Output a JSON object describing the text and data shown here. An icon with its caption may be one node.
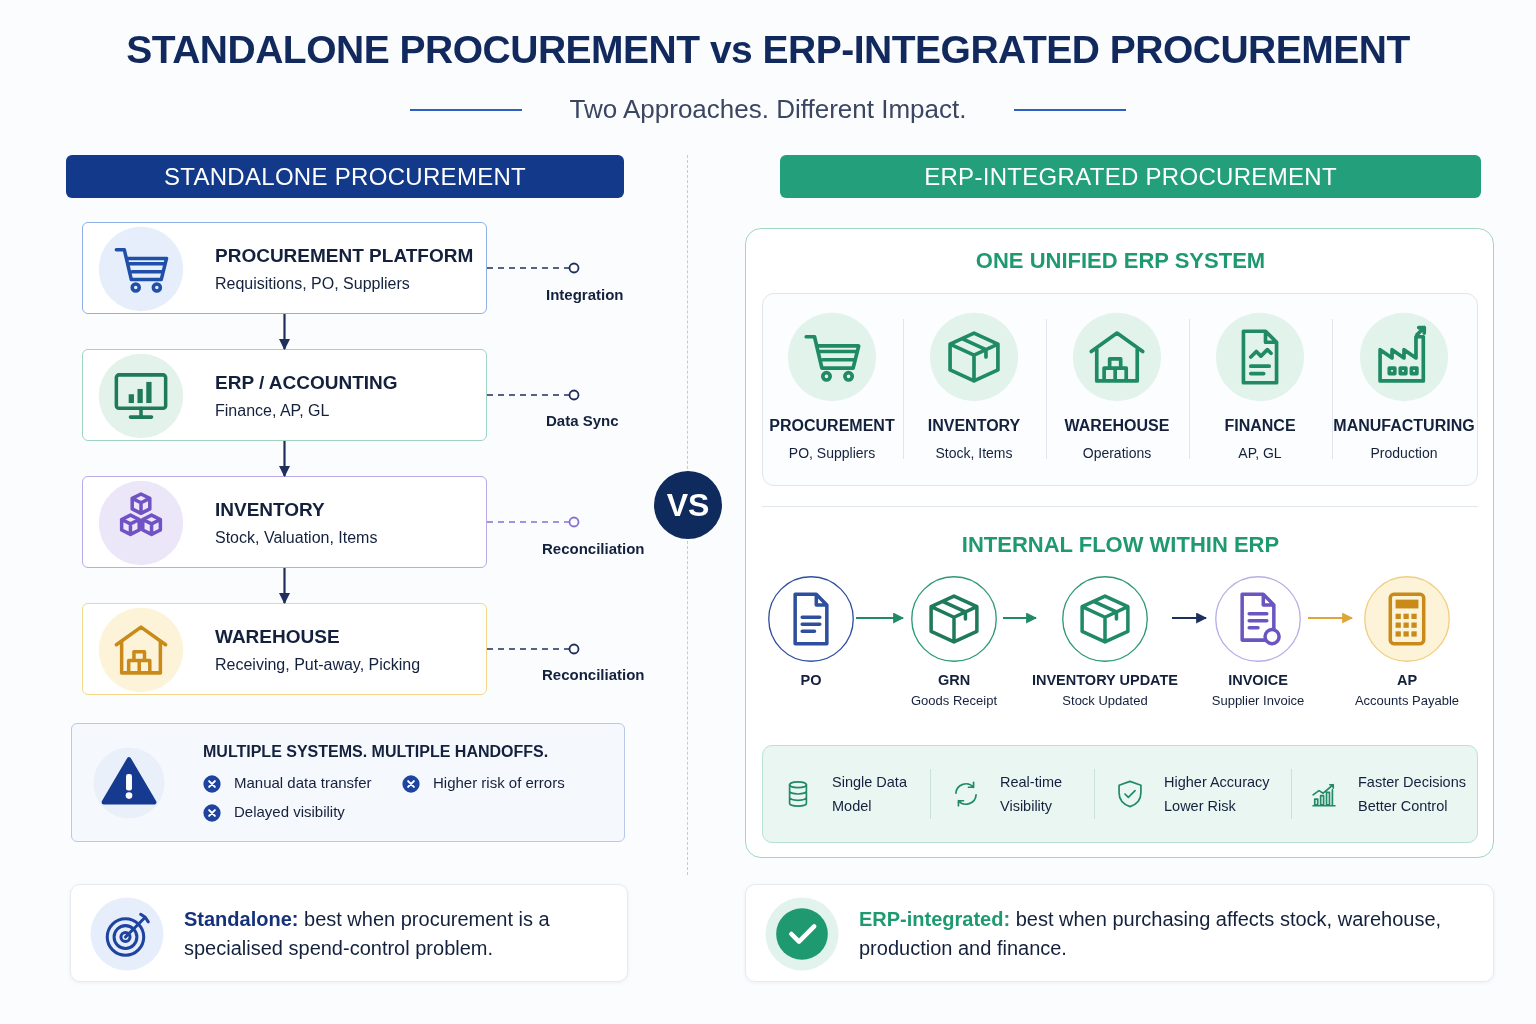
{
  "diagram": {
    "title": "STANDALONE PROCUREMENT vs ERP-INTEGRATED PROCUREMENT",
    "nodes": [
      {
        "text": [
          "STANDALONE PROCUREMENT"
        ]
      },
      {
        "text": [
          "PROCUREMENT PLATFORM",
          "Requisitions, PO, Suppliers"
        ]
      },
      {
        "text": [
          "ERP / ACCOUNTING",
          "Finance, AP, GL"
        ]
      },
      {
        "text": [
          "INVENTORY",
          "Stock, Valuation, Items"
        ]
      },
      {
        "text": [
          "WAREHOUSE",
          "Receiving, Put-away, Picking"
        ]
      },
      {
        "text": [
          "MULTIPLE SYSTEMS. MULTIPLE HANDOFFS.",
          "Manual data transfer",
          "Higher risk of errors",
          "Delayed visibility"
        ]
      },
      {
        "text": [
          "**Standalone:** best when procurement is a specialised spend-control problem."
        ]
      },
      {
        "text": [
          "VS"
        ]
      },
      {
        "text": [
          "ERP-INTEGRATED PROCUREMENT"
        ]
      },
      {
        "text": [
          "ONE UNIFIED ERP SYSTEM",
          "INTERNAL FLOW WITHIN ERP"
        ]
      },
      {
        "text": [
          "PROCUREMENT",
          "PO, Suppliers"
        ],
        "in": 9
      },
      {
        "text": [
          "INVENTORY",
          "Stock, Items"
        ],
        "in": 9
      },
      {
        "text": [
          "WAREHOUSE",
          "Operations"
        ],
        "in": 9
      },
      {
        "text": [
          "FINANCE",
          "AP, GL"
        ],
        "in": 9
      },
      {
        "text": [
          "MANUFACTURING",
          "Production"
        ],
        "in": 9
      },
      {
        "text": [
          "PO"
        ],
        "in": 9
      },
      {
        "text": [
          "GRN",
          "Goods Receipt"
        ],
        "in": 9
      },
      {
        "text": [
          "INVENTORY UPDATE",
          "Stock Updated"
        ],
        "in": 9
      },
      {
        "text": [
          "INVOICE",
          "Supplier Invoice"
        ],
        "in": 9
      },
      {
        "text": [
          "AP",
          "Accounts Payable"
        ],
        "in": 9
      },
      {
        "text": [
          "Single Data Model"
        ],
        "in": 9
      },
      {
        "text": [
          "Real-time Visibility"
        ],
        "in": 9
      },
      {
        "text": [
          "Higher Accuracy",
          "Lower Risk"
        ],
        "in": 9
      },
      {
        "text": [
          "Faster Decisions",
          "Better Control"
        ],
        "in": 9
      },
      {
        "text": [
          "**ERP-integrated:** best when purchasing affects stock, warehouse, production and finance."
        ]
      }
    ],
    "edges": [
      {
        "from": 1,
        "to": 2,
        "arrow": "to"
      },
      {
        "from": 2,
        "to": 3,
        "arrow": "to"
      },
      {
        "from": 3,
        "to": 4,
        "arrow": "to"
      },
      {
        "from": 1,
        "to": null,
        "arrow": "other",
        "label": "Integration",
        "style": "dashed"
      },
      {
        "from": 2,
        "to": null,
        "arrow": "other",
        "label": "Data Sync",
        "style": "dashed"
      },
      {
        "from": 3,
        "to": null,
        "arrow": "other",
        "label": "Reconciliation",
        "style": "dashed",
        "color": "#8a6fd1"
      },
      {
        "from": 4,
        "to": null,
        "arrow": "other",
        "label": "Reconciliation",
        "style": "dashed"
      },
      {
        "from": 15,
        "to": 16,
        "arrow": "to",
        "color": "#1f8a65"
      },
      {
        "from": 16,
        "to": 17,
        "arrow": "to",
        "color": "#1f8a65"
      },
      {
        "from": 17,
        "to": 18,
        "arrow": "to"
      },
      {
        "from": 18,
        "to": 19,
        "arrow": "to",
        "color": "#e0a53a"
      }
    ],
    "labels": [
      "Two Approaches. Different Impact."
    ]
  }
}
